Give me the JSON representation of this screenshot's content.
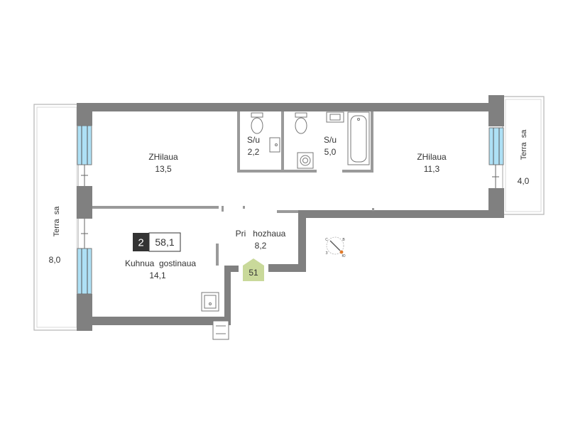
{
  "rooms": {
    "bedroom_left": {
      "name": "ZHilaua",
      "area": "13,5"
    },
    "wc_small": {
      "name": "S/u",
      "area": "2,2"
    },
    "bath": {
      "name": "S/u",
      "area": "5,0"
    },
    "bedroom_right": {
      "name": "ZHilaua",
      "area": "11,3"
    },
    "hall": {
      "name": "Pri   hozhaua",
      "area": "8,2"
    },
    "kitchen": {
      "name": "Kuhnua  gostinaua",
      "area": "14,1"
    }
  },
  "terraces": {
    "left": {
      "name": "Terra  sa",
      "area": "8,0"
    },
    "right": {
      "name": "Terra  sa",
      "area": "4,0"
    }
  },
  "badge": {
    "rooms": "2",
    "total_area": "58,1"
  },
  "entrance": {
    "number": "51"
  },
  "compass": {
    "letters": [
      "С",
      "В",
      "З",
      "Ю"
    ]
  },
  "colors": {
    "wall": "#808080",
    "thin_wall": "#9a9a9a",
    "window": "#aee0f5",
    "entrance_marker": "#c9d99a",
    "badge_dark": "#333333",
    "compass_accent": "#e07a2a"
  }
}
